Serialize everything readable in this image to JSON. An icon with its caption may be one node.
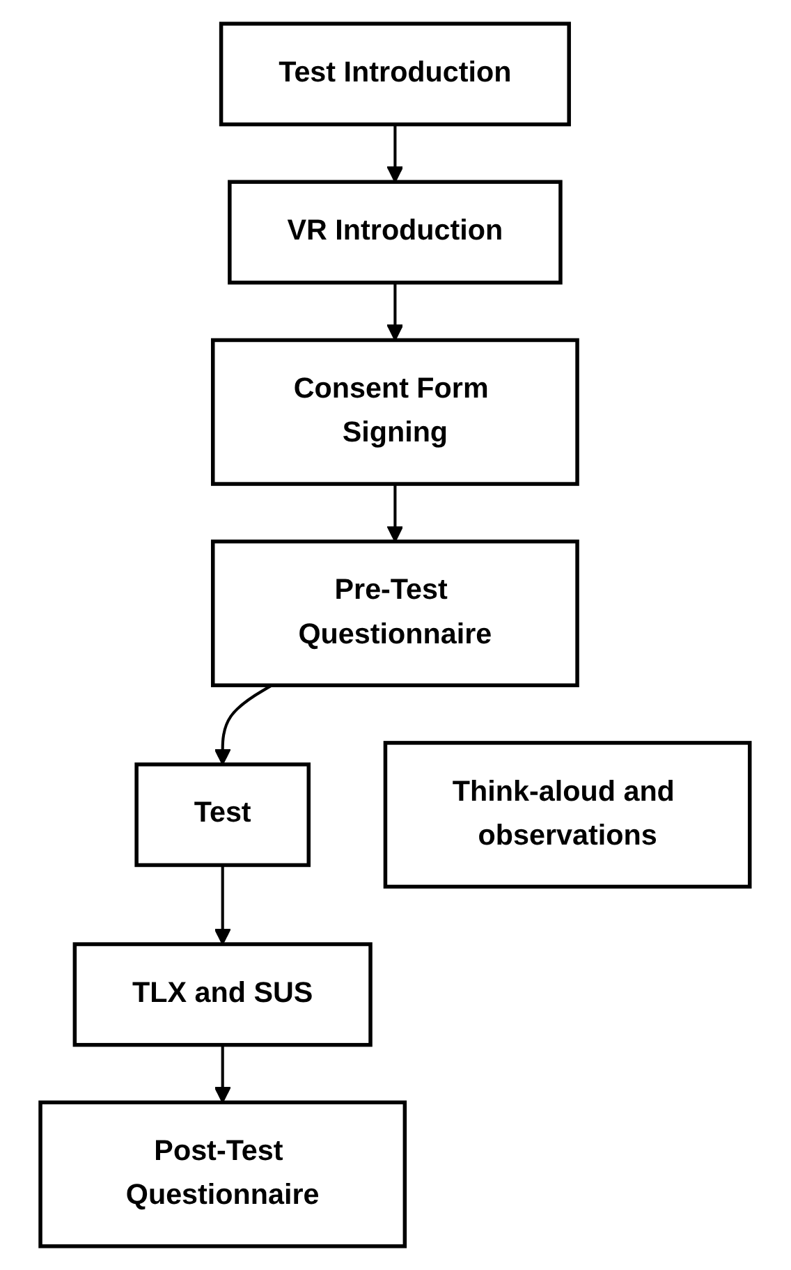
{
  "diagram": {
    "nodes": [
      {
        "text": [
          "Test Introduction"
        ]
      },
      {
        "text": [
          "VR Introduction"
        ]
      },
      {
        "text": [
          "Consent Form Signing"
        ]
      },
      {
        "text": [
          "Pre-Test Questionnaire"
        ]
      },
      {
        "text": [
          "Test"
        ]
      },
      {
        "text": [
          "Think-aloud and observations"
        ]
      },
      {
        "text": [
          "TLX and SUS"
        ]
      },
      {
        "text": [
          "Post-Test Questionnaire"
        ]
      }
    ],
    "edges": [
      {
        "from": 0,
        "to": 1,
        "arrow": "to"
      },
      {
        "from": 1,
        "to": 2,
        "arrow": "to"
      },
      {
        "from": 2,
        "to": 3,
        "arrow": "to"
      },
      {
        "from": 3,
        "to": 4,
        "arrow": "to"
      },
      {
        "from": 4,
        "to": 6,
        "arrow": "to"
      },
      {
        "from": 6,
        "to": 7,
        "arrow": "to"
      }
    ]
  }
}
